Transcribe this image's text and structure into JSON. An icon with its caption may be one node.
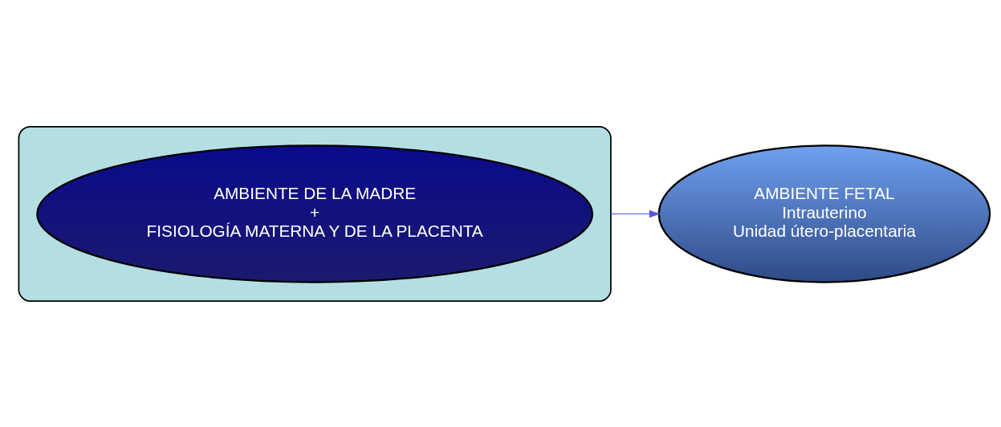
{
  "diagram": {
    "nodes": [
      {
        "text": [],
        "shape": "ellipse"
      },
      {
        "text": [
          "AMBIENTE DE LA MADRE",
          "+",
          "FISIOLOGÍA MATERNA Y DE LA PLACENTA"
        ],
        "in": 0
      },
      {
        "text": [
          "AMBIENTE FETAL",
          "Intrauterino",
          "Unidad útero-placentaria"
        ]
      }
    ],
    "edges": [
      {
        "from": 0,
        "to": 2,
        "arrow": "to"
      }
    ]
  }
}
